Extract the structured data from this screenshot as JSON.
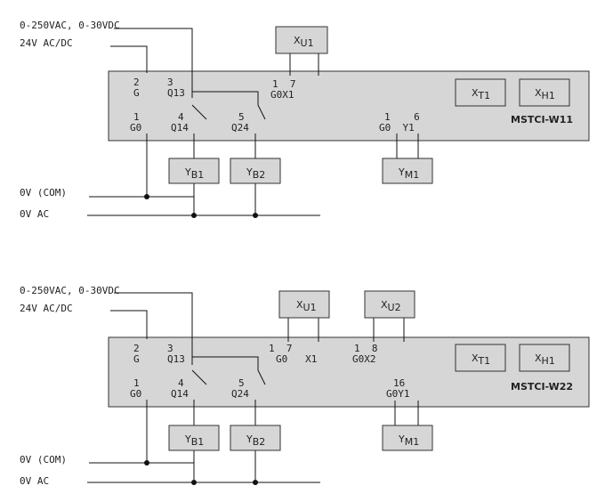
{
  "supply": {
    "main": "0-250VAC, 0-30VDC",
    "aux": "24V AC/DC",
    "com": "0V (COM)",
    "ac0": "0V AC"
  },
  "diagram1": {
    "model": "MSTCI-W11",
    "xu1": {
      "main": "X",
      "sub": "U1"
    },
    "xt1": {
      "main": "X",
      "sub": "T1"
    },
    "xh1": {
      "main": "X",
      "sub": "H1"
    },
    "yb1": {
      "main": "Y",
      "sub": "B1"
    },
    "yb2": {
      "main": "Y",
      "sub": "B2"
    },
    "ym1": {
      "main": "Y",
      "sub": "M1"
    },
    "t2_num": "2",
    "t2_name": "G",
    "t3_num": "3",
    "t3_name": "Q13",
    "t1_num": "1",
    "t1_name": "G0",
    "t4_num": "4",
    "t4_name": "Q14",
    "t5_num": "5",
    "t5_name": "Q24",
    "x1_nums": "1  7",
    "x1_name": "G0X1",
    "y1_nums": "1    6",
    "y1_name": "G0  Y1"
  },
  "diagram2": {
    "model": "MSTCI-W22",
    "xu1": {
      "main": "X",
      "sub": "U1"
    },
    "xu2": {
      "main": "X",
      "sub": "U2"
    },
    "xt1": {
      "main": "X",
      "sub": "T1"
    },
    "xh1": {
      "main": "X",
      "sub": "H1"
    },
    "yb1": {
      "main": "Y",
      "sub": "B1"
    },
    "yb2": {
      "main": "Y",
      "sub": "B2"
    },
    "ym1": {
      "main": "Y",
      "sub": "M1"
    },
    "t2_num": "2",
    "t2_name": "G",
    "t3_num": "3",
    "t3_name": "Q13",
    "t1_num": "1",
    "t1_name": "G0",
    "t4_num": "4",
    "t4_name": "Q14",
    "t5_num": "5",
    "t5_name": "Q24",
    "x1_nums": "1  7",
    "x1_name": "G0   X1",
    "x2_nums": "1  8",
    "x2_name": "G0X2",
    "y1_nums": "16",
    "y1_name": "G0Y1"
  }
}
